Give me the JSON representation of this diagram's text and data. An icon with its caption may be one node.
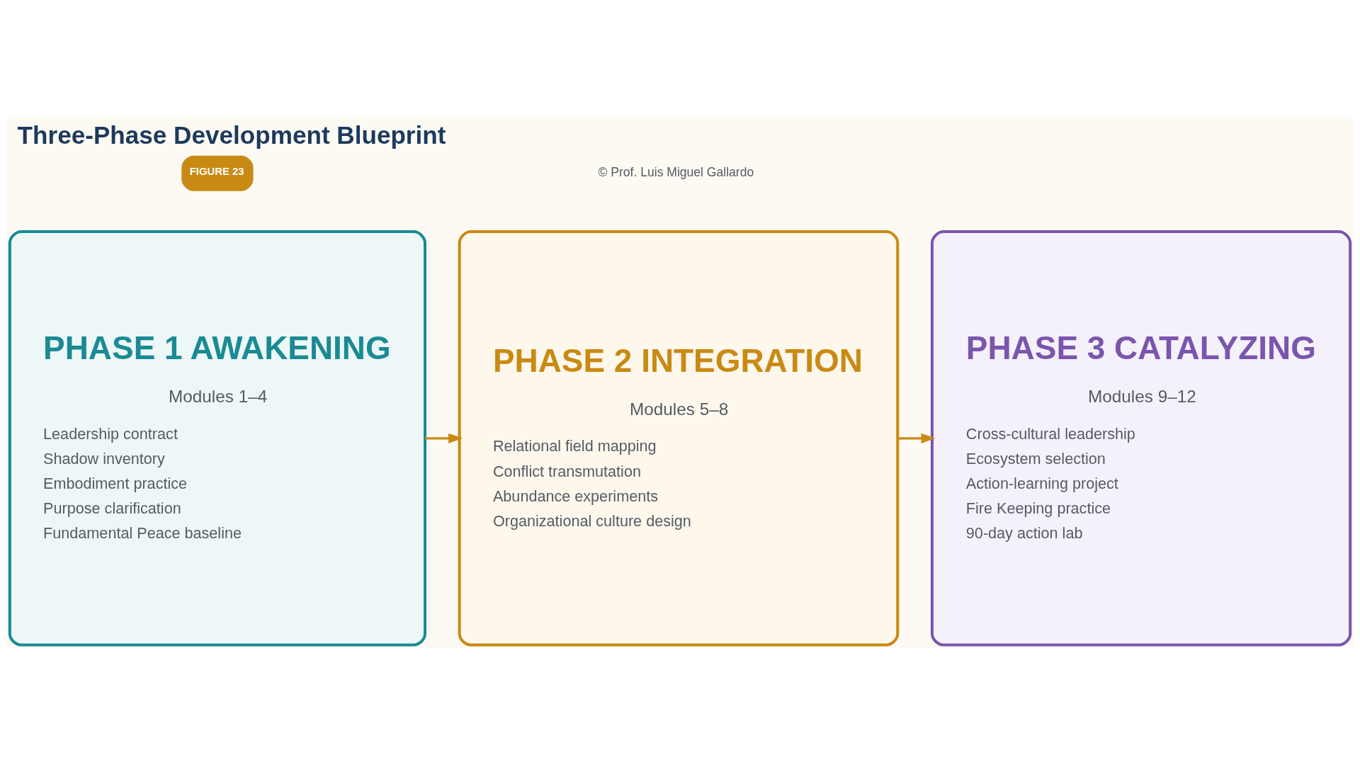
{
  "diagram": {
    "title": "Three-Phase Development Blueprint",
    "nodes": [
      {
        "text": [
          "PHASE 1 AWAKENING",
          "Modules 1–4",
          "Leadership contract",
          "Shadow inventory",
          "Embodiment practice",
          "Purpose clarification",
          "Fundamental Peace baseline"
        ]
      },
      {
        "text": [
          "PHASE 2 INTEGRATION",
          "Modules 5–8",
          "Relational field mapping",
          "Conflict transmutation",
          "Abundance experiments",
          "Organizational culture design"
        ]
      },
      {
        "text": [
          "PHASE 3 CATALYZING",
          "Modules 9–12",
          "Cross-cultural leadership",
          "Ecosystem selection",
          "Action-learning project",
          "Fire Keeping practice",
          "90-day action lab"
        ]
      }
    ],
    "edges": [
      {
        "from": 0,
        "to": 1,
        "arrow": "to"
      },
      {
        "from": 1,
        "to": 2,
        "arrow": "to"
      }
    ],
    "labels": [
      "FIGURE 23",
      "© Prof. Luis Miguel Gallardo"
    ]
  }
}
